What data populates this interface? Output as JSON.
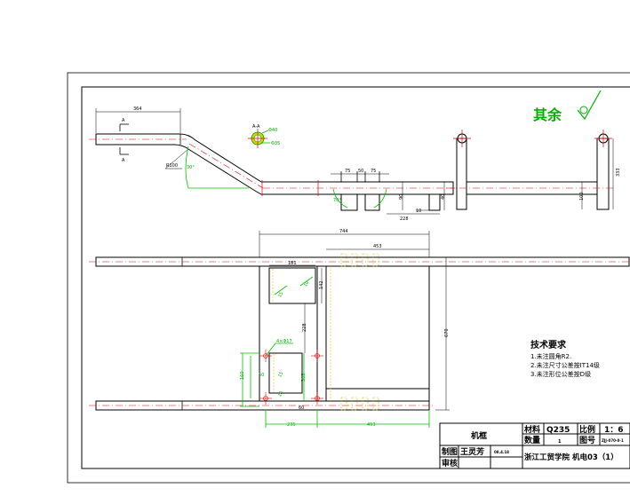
{
  "roughness": {
    "label": "其余"
  },
  "section": {
    "label": "A-A",
    "d1": "Φ40",
    "d2": "Φ35",
    "mark_a": "A"
  },
  "front_view": {
    "dims": {
      "length": "364",
      "radius": "R100",
      "angle": "30°",
      "d75a": "75",
      "d50": "50",
      "d75b": "75",
      "h90": "90",
      "angle2": "70°",
      "d10": "10",
      "d228": "228",
      "d40": "40"
    }
  },
  "side_view": {
    "dims": {
      "h333": "333",
      "h100": "100"
    }
  },
  "top_view": {
    "dims": {
      "overall": "744",
      "inner": "453",
      "plate_w": "181",
      "plate_h": "142",
      "gap": "228",
      "height": "670",
      "holes": "4×Φ17",
      "d160": "160",
      "d50": "50",
      "d305": "305",
      "d235": "235",
      "d493": "493",
      "t": "60",
      "x1": "15",
      "x2": "10"
    }
  },
  "tech": {
    "title": "技术要求",
    "items": [
      "1.未注圆角R2.",
      "2.未注尺寸公差按IT14级",
      "3.未注形位公差按D级"
    ]
  },
  "title_block": {
    "name": "机框",
    "material_label": "材料",
    "material": "Q235",
    "scale_label": "比例",
    "scale": "1：6",
    "qty_label": "数量",
    "qty": "1",
    "drawing_no_label": "图号",
    "drawing_no": "ZJJ-070-0-1",
    "drawn_label": "制图",
    "drawn_by": "王灵芳",
    "date": "08.4.18",
    "review_label": "审核",
    "school": "浙江工贸学院 机电03（1）"
  }
}
